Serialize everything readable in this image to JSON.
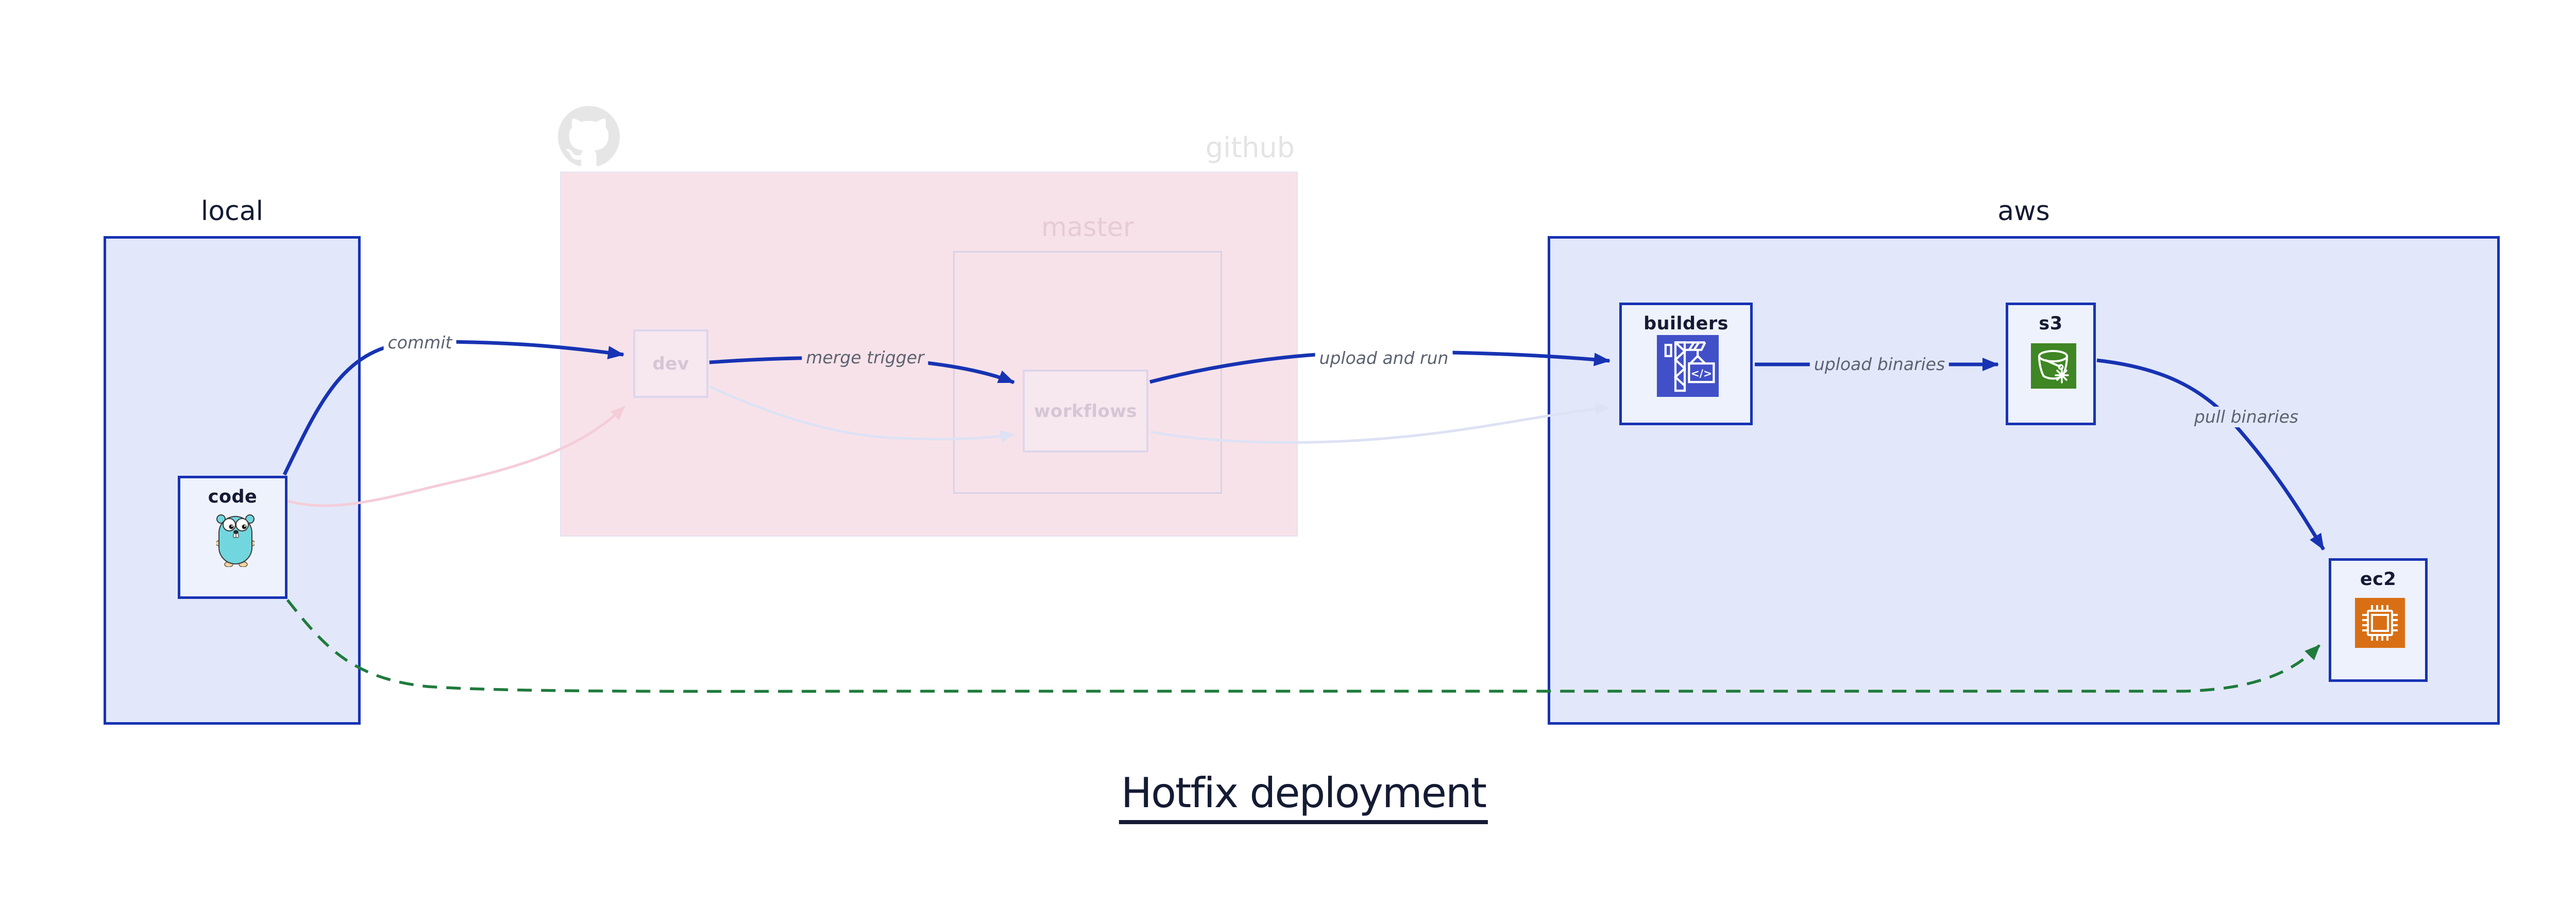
{
  "title": {
    "text": "Hotfix deployment"
  },
  "regions": {
    "local": {
      "label": "local"
    },
    "github": {
      "label": "github"
    },
    "master": {
      "label": "master"
    },
    "aws": {
      "label": "aws"
    }
  },
  "nodes": {
    "code": {
      "label": "code",
      "icon": "go-gopher-icon"
    },
    "dev": {
      "label": "dev"
    },
    "workflows": {
      "label": "workflows"
    },
    "builders": {
      "label": "builders",
      "icon": "codebuild-crane-icon"
    },
    "s3": {
      "label": "s3",
      "icon": "s3-bucket-snowflake-icon"
    },
    "ec2": {
      "label": "ec2",
      "icon": "ec2-chip-icon"
    }
  },
  "edges": {
    "commit": {
      "label": "commit",
      "style": "solid-blue"
    },
    "merge_trigger": {
      "label": "merge trigger",
      "style": "solid-blue"
    },
    "upload_and_run": {
      "label": "upload and run",
      "style": "solid-blue"
    },
    "upload_binaries": {
      "label": "upload binaries",
      "style": "solid-blue"
    },
    "pull_binaries": {
      "label": "pull binaries",
      "style": "solid-blue"
    },
    "hotfix_direct": {
      "label": "",
      "style": "dashed-green"
    },
    "faded_code_to_dev": {
      "label": "",
      "style": "faded-pink"
    },
    "faded_dev_to_workflows": {
      "label": "",
      "style": "faded-lavender"
    },
    "faded_workflows_to_builders": {
      "label": "",
      "style": "faded-lavender"
    }
  },
  "colors": {
    "box_border": "#1733b3",
    "edge_blue": "#1733b3",
    "edge_green": "#1f7b3c",
    "region_blue_fill": "#e2e8f9",
    "node_fill": "#eef2fc",
    "github_fill": "#f8e2e9",
    "github_border": "#e3e3f2",
    "master_border": "#d8d2e8",
    "master_text": "#e6cbd5",
    "faded_node_fill": "#f7e7ee",
    "faded_node_border": "#ddd6ed",
    "faded_node_text": "#d5c6d6",
    "faded_pink_edge": "#f4cdd9",
    "faded_lav_edge": "#dde2f4",
    "faded_gray": "#e4e4e4",
    "label_gray": "#5c6370",
    "dark_text": "#141b33",
    "codebuild_indigo": "#4150c8",
    "s3_green": "#3f8624",
    "ec2_orange": "#d96f15",
    "gopher_teal": "#72d6de",
    "gopher_tan": "#f2d3a7"
  }
}
